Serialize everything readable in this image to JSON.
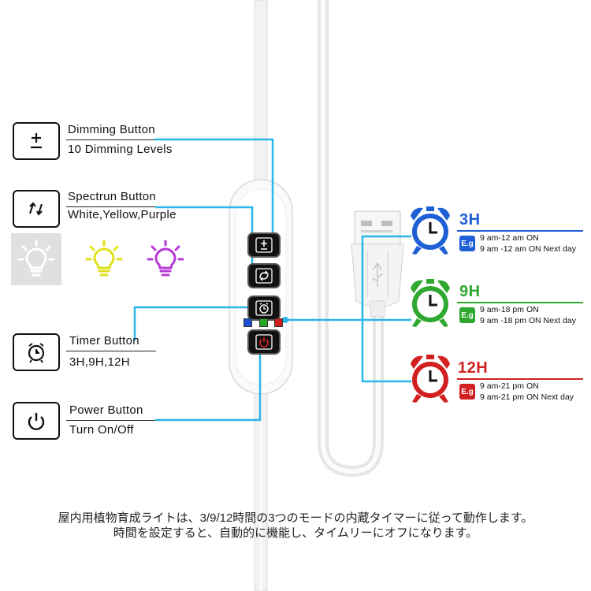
{
  "callouts": {
    "dimming": {
      "title": "Dimming Button",
      "desc": "10 Dimming Levels",
      "icon": "plus-minus-icon"
    },
    "spectrum": {
      "title": "Spectrun Button",
      "desc": "White,Yellow,Purple",
      "icon": "cycle-arrows-icon"
    },
    "timer": {
      "title": "Timer Button",
      "desc": "3H,9H,12H",
      "icon": "alarm-clock-icon"
    },
    "power": {
      "title": "Power Button",
      "desc": "Turn On/Off",
      "icon": "power-icon"
    }
  },
  "bulbs": [
    {
      "name": "white-bulb",
      "color": "#ffffff"
    },
    {
      "name": "yellow-bulb",
      "color": "#e6e61e"
    },
    {
      "name": "purple-bulb",
      "color": "#b83ad6"
    }
  ],
  "controller": {
    "buttons": [
      "plus-minus-icon",
      "cycle-arrows-icon",
      "alarm-clock-icon",
      "power-icon"
    ],
    "led_colors": [
      "#1f4fd1",
      "#22aa22",
      "#d11f1f"
    ]
  },
  "timers": [
    {
      "label": "3H",
      "color": "#1f5fd6",
      "eg": "E.g",
      "line1": "9 am-12 am ON",
      "line2": "9 am -12 am ON Next day"
    },
    {
      "label": "9H",
      "color": "#2ea82e",
      "eg": "E.g",
      "line1": "9 am-18 pm ON",
      "line2": "9 am -18 pm ON Next day"
    },
    {
      "label": "12H",
      "color": "#d22020",
      "eg": "E.g",
      "line1": "9 am-21 pm ON",
      "line2": "9 am-21 pm ON Next day"
    }
  ],
  "caption": {
    "line1": "屋内用植物育成ライトは、3/9/12時間の3つのモードの内蔵タイマーに従って動作します。",
    "line2": "時間を設定すると、自動的に機能し、タイムリーにオフになります。"
  },
  "colors": {
    "connector": "#29b6e8",
    "cable": "#e4e4e4"
  }
}
